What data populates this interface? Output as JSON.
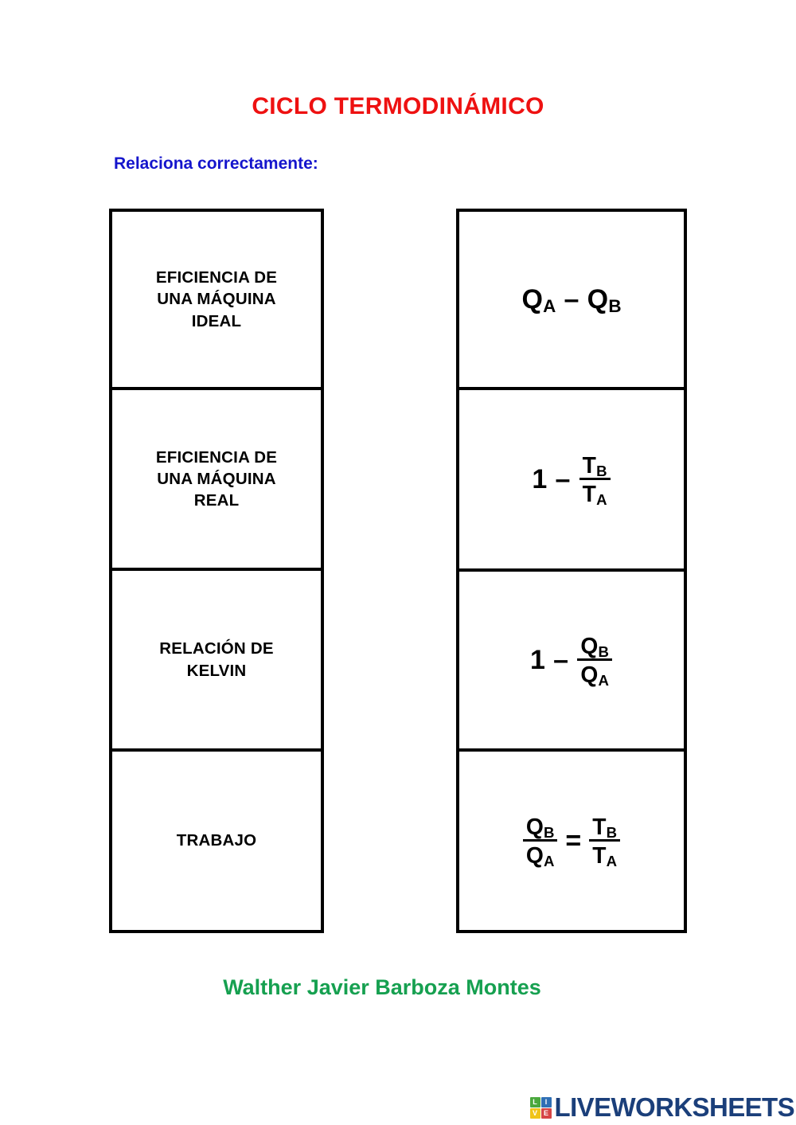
{
  "title": "CICLO TERMODINÁMICO",
  "instruction": "Relaciona correctamente:",
  "author": "Walther Javier Barboza Montes",
  "colors": {
    "title": "#ee1111",
    "instruction": "#1515cc",
    "author": "#16a050",
    "box_border": "#000000",
    "logo_wordmark": "#1b3f7a"
  },
  "match": {
    "left_column": {
      "items": [
        {
          "label": "EFICIENCIA DE\nUNA MÁQUINA\nIDEAL"
        },
        {
          "label": "EFICIENCIA DE\nUNA MÁQUINA\nREAL"
        },
        {
          "label": "RELACIÓN DE\nKELVIN"
        },
        {
          "label": "TRABAJO"
        }
      ]
    },
    "right_column": {
      "items": [
        {
          "expression": "Q_A − Q_B",
          "parts": {
            "lhs_base": "Q",
            "lhs_sub": "A",
            "op": "–",
            "rhs_base": "Q",
            "rhs_sub": "B"
          }
        },
        {
          "expression": "1 − T_B / T_A",
          "parts": {
            "one": "1",
            "op": "–",
            "num_base": "T",
            "num_sub": "B",
            "den_base": "T",
            "den_sub": "A"
          }
        },
        {
          "expression": "1 − Q_B / Q_A",
          "parts": {
            "one": "1",
            "op": "–",
            "num_base": "Q",
            "num_sub": "B",
            "den_base": "Q",
            "den_sub": "A"
          }
        },
        {
          "expression": "Q_B / Q_A = T_B / T_A",
          "parts": {
            "left_num_base": "Q",
            "left_num_sub": "B",
            "left_den_base": "Q",
            "left_den_sub": "A",
            "op": "=",
            "right_num_base": "T",
            "right_num_sub": "B",
            "right_den_base": "T",
            "right_den_sub": "A"
          }
        }
      ]
    }
  },
  "logo": {
    "tiles": [
      "L",
      "I",
      "V",
      "E"
    ],
    "wordmark": "LIVEWORKSHEETS"
  }
}
